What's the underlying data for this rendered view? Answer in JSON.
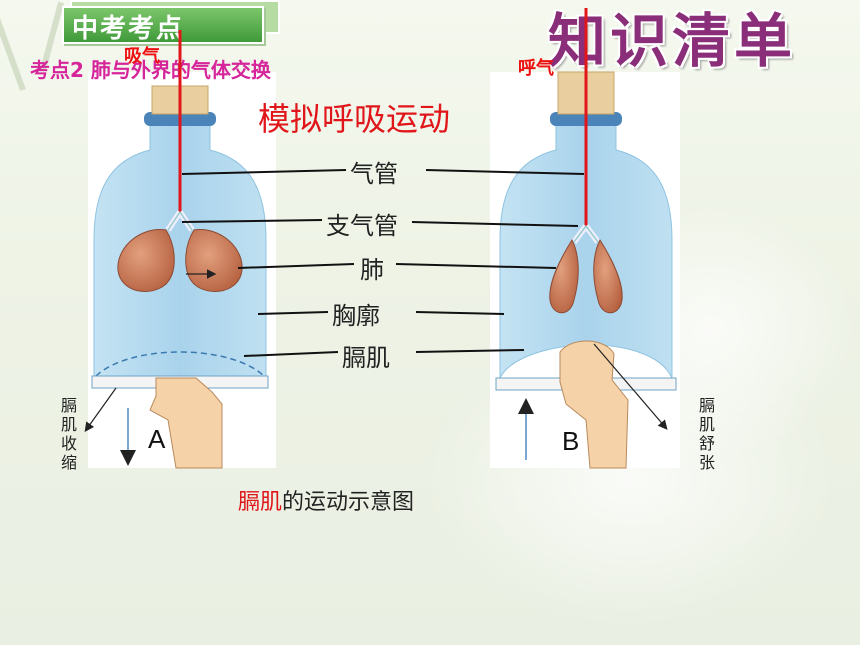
{
  "header": {
    "badge": "中考考点",
    "title": "知识清单"
  },
  "topic": "考点2   肺与外界的气体交换",
  "inhale_label": "吸气",
  "exhale_label": "呼气",
  "diagram_title": "模拟呼吸运动",
  "labels": {
    "trachea": "气管",
    "bronchus": "支气管",
    "lung": "肺",
    "thorax": "胸廓",
    "diaphragm": "膈肌"
  },
  "panel_a": {
    "letter": "A",
    "note": "膈肌收缩"
  },
  "panel_b": {
    "letter": "B",
    "note": "膈肌舒张"
  },
  "caption": {
    "highlight": "膈肌",
    "rest": "的运动示意图"
  },
  "colors": {
    "accent": "#e0161a",
    "topic": "#d6249a",
    "title": "#8b2e7a",
    "bell_jar": "#a9d3ec",
    "lung": "#c9714f"
  }
}
